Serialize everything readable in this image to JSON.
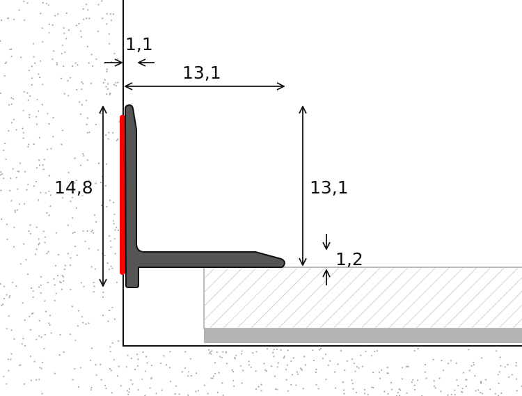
{
  "dimensions": {
    "gap_offset": "1,1",
    "flange_width": "13,1",
    "total_height": "14,8",
    "profile_height": "13,1",
    "flange_thickness": "1,2"
  },
  "colors": {
    "profile": "#555555",
    "adhesive": "#ff0000",
    "tile_edge": "#bbbbbb",
    "tile_base": "#b3b3b3",
    "wall_dots": "#aaaaaa"
  }
}
